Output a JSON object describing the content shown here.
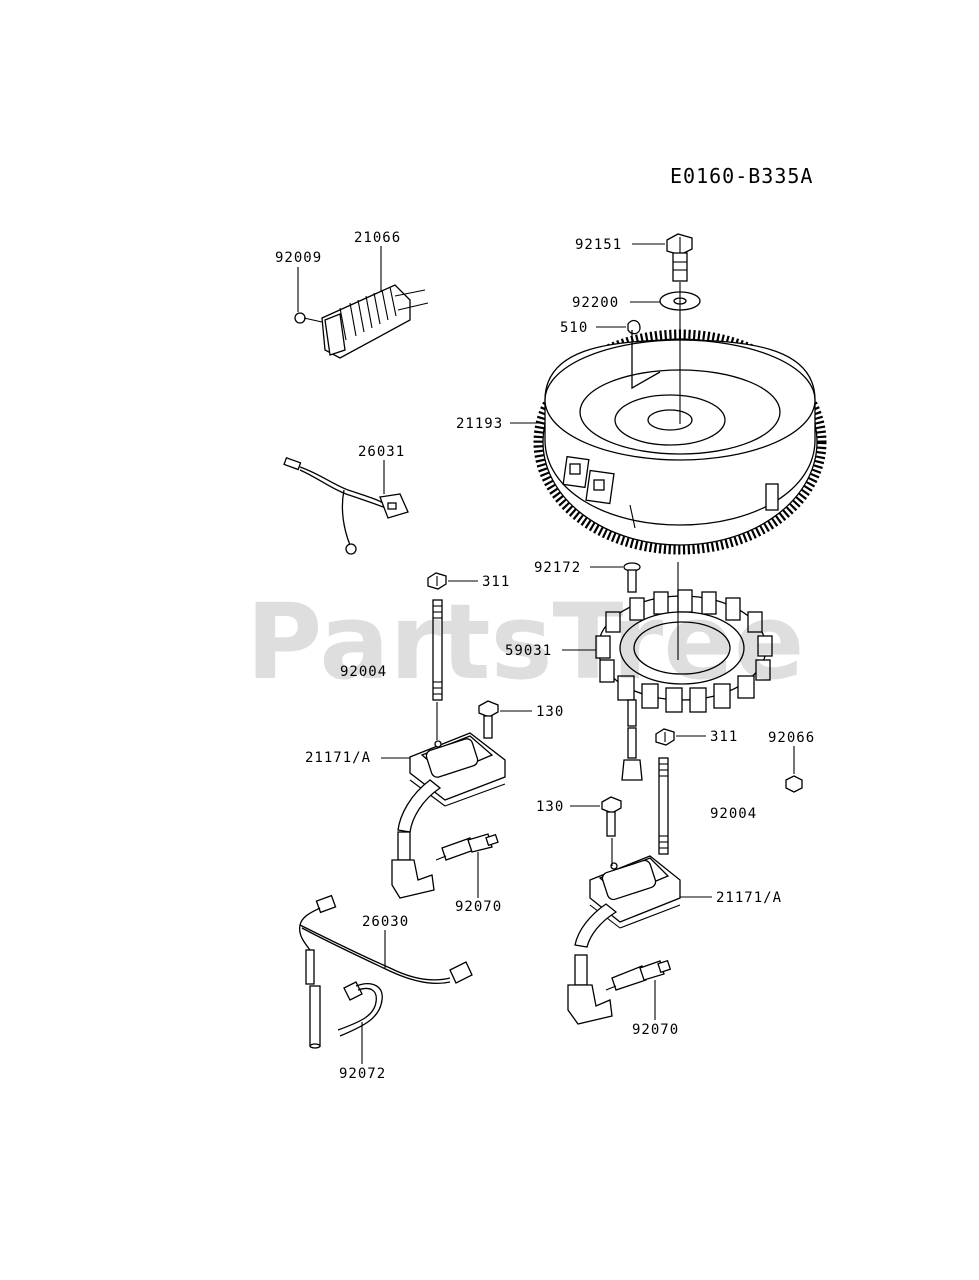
{
  "sheet_code": "E0160-B335A",
  "watermark": "PartsTree",
  "labels": {
    "p92009": "92009",
    "p21066": "21066",
    "p26031": "26031",
    "p311a": "311",
    "p92004a": "92004",
    "p130a": "130",
    "p21171a": "21171/A",
    "p92070a": "92070",
    "p26030": "26030",
    "p92072": "92072",
    "p92151": "92151",
    "p92200": "92200",
    "p510": "510",
    "p21193": "21193",
    "p92172": "92172",
    "p59031": "59031",
    "p311b": "311",
    "p92066": "92066",
    "p130b": "130",
    "p92004b": "92004",
    "p21171b": "21171/A",
    "p92070b": "92070"
  }
}
